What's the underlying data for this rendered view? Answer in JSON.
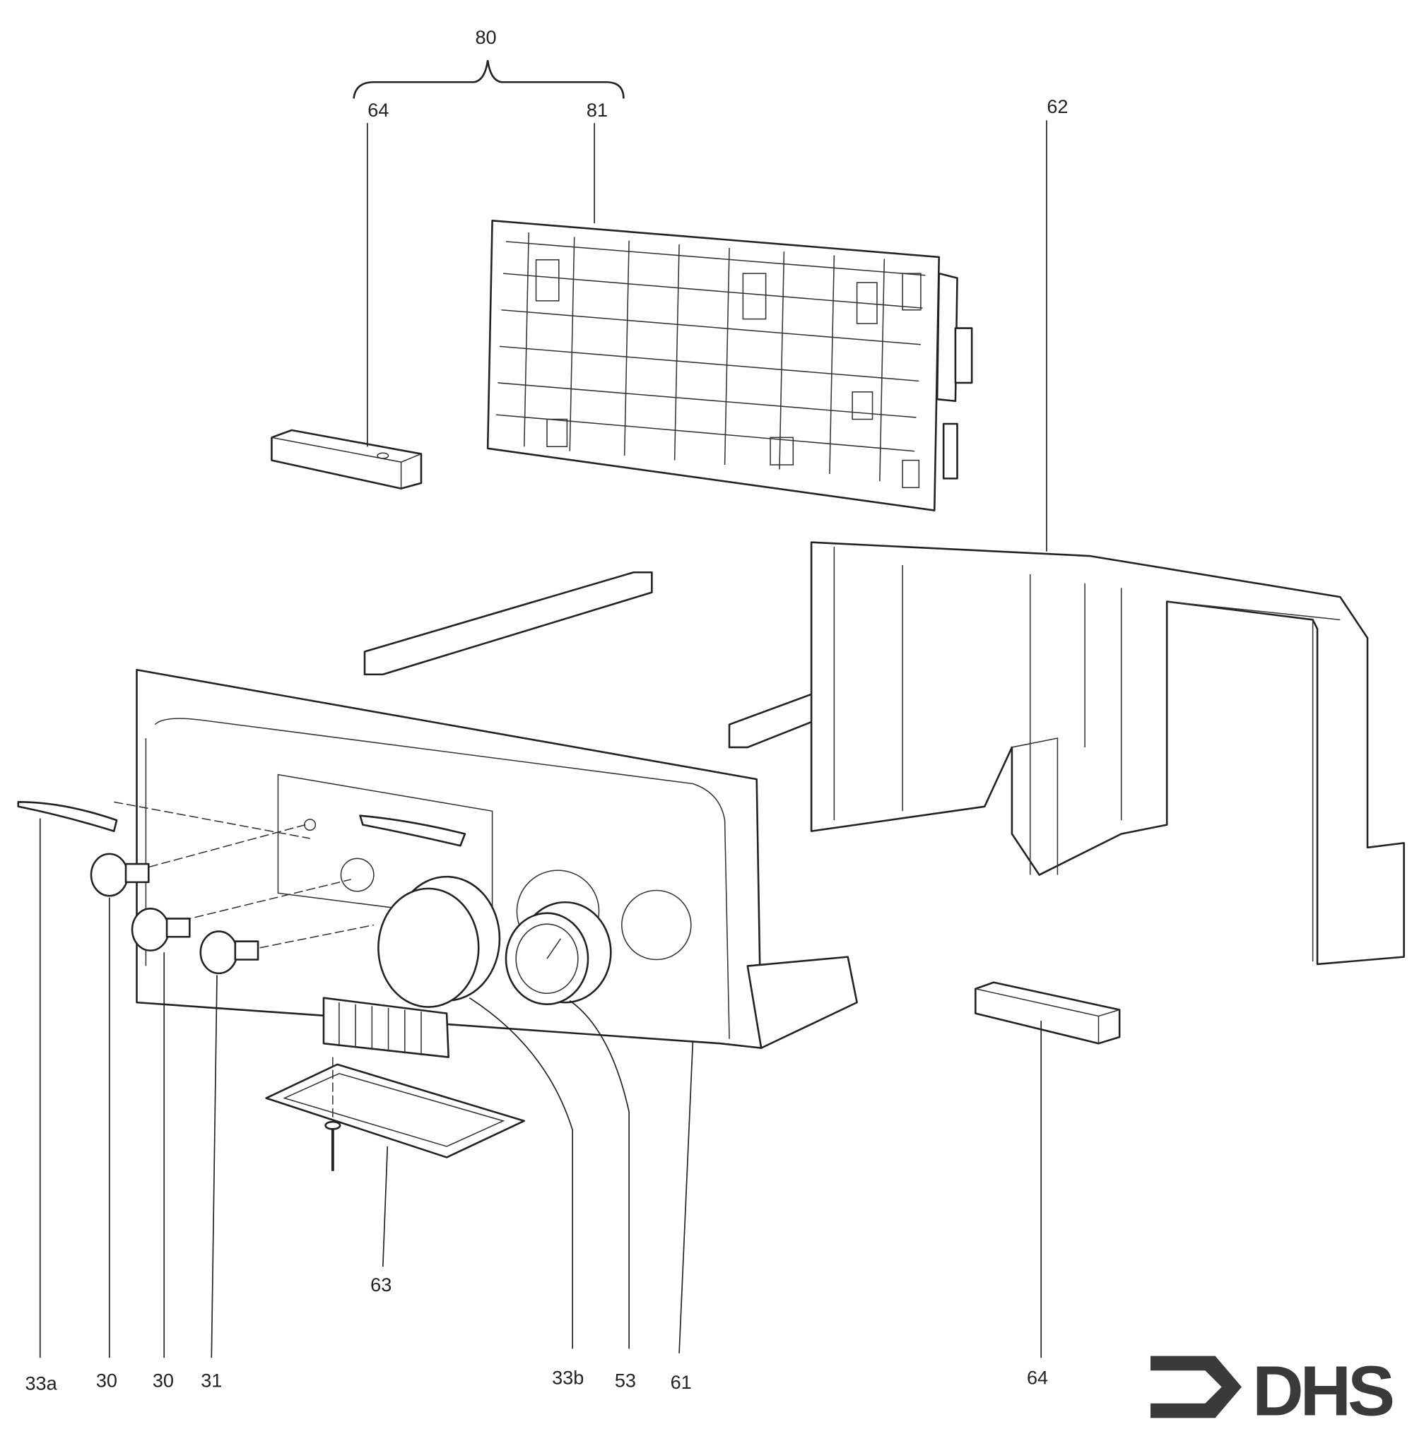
{
  "diagram": {
    "group_label": "80",
    "labels": {
      "top_bracket": "64",
      "pcb": "81",
      "housing": "62",
      "scale_left": "33a",
      "knob_1": "30",
      "knob_2": "30",
      "knob_3": "31",
      "terminal_gasket": "63",
      "thermometer": "33b",
      "pressure_gauge": "53",
      "front_panel": "61",
      "bottom_bracket": "64"
    },
    "logo": {
      "text": "DHS",
      "color": "#3a3a3a"
    }
  }
}
